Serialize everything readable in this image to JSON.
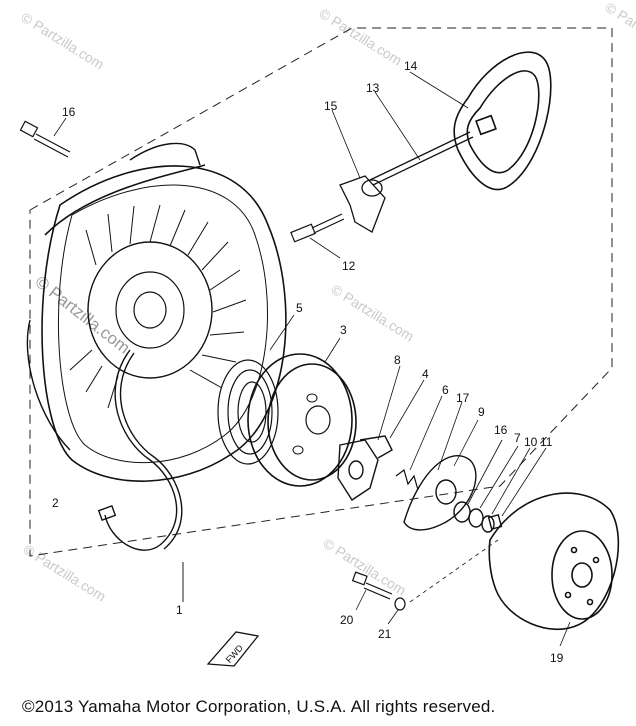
{
  "watermark": {
    "text": "© Partzilla.com",
    "prominent_text": "© Partzilla.com"
  },
  "callouts": {
    "c1": "1",
    "c2": "2",
    "c3": "3",
    "c4": "4",
    "c5": "5",
    "c6": "6",
    "c7": "7",
    "c8": "8",
    "c9": "9",
    "c10": "10",
    "c11": "11",
    "c12": "12",
    "c13": "13",
    "c14": "14",
    "c15": "15",
    "c16a": "16",
    "c16b": "16",
    "c17": "17",
    "c19": "19",
    "c20": "20",
    "c21": "21"
  },
  "fwd_label": "FWD",
  "copyright": "©2013  Yamaha Motor Corporation, U.S.A. All rights reserved."
}
